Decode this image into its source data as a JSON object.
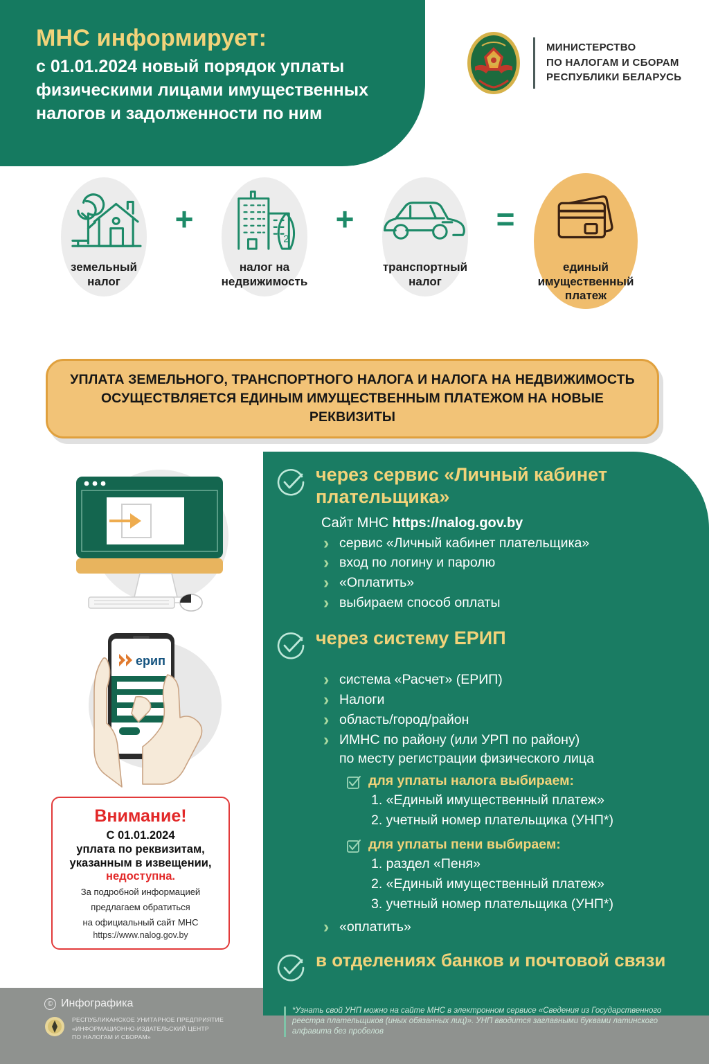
{
  "header": {
    "title": "МНС информирует:",
    "subtitle": "с 01.01.2024 новый порядок уплаты физическими лицами имущественных налогов и задолженности по ним"
  },
  "ministry": {
    "line1": "МИНИСТЕРСТВО",
    "line2": "ПО НАЛОГАМ И СБОРАМ",
    "line3": "РЕСПУБЛИКИ БЕЛАРУСЬ"
  },
  "formula": {
    "items": [
      {
        "icon": "house-tree-icon",
        "label": "земельный\nналог"
      },
      {
        "icon": "buildings-icon",
        "label": "налог на\nнедвижимость"
      },
      {
        "icon": "car-icon",
        "label": "транспортный\nналог"
      },
      {
        "icon": "payment-cards-icon",
        "label": "единый\nимущественный\nплатеж"
      }
    ],
    "op_plus_1": "+",
    "op_plus_2": "+",
    "op_equals": "="
  },
  "banner": {
    "line1": "УПЛАТА ЗЕМЕЛЬНОГО, ТРАНСПОРТНОГО НАЛОГА И НАЛОГА НА НЕДВИЖИМОСТЬ",
    "line2": "ОСУЩЕСТВЛЯЕТСЯ ЕДИНЫМ ИМУЩЕСТВЕННЫМ ПЛАТЕЖОМ НА НОВЫЕ РЕКВИЗИТЫ"
  },
  "methods": {
    "lk": {
      "heading": "через сервис «Личный кабинет плательщика»",
      "site_prefix": "Сайт МНС ",
      "site_url": "https://nalog.gov.by",
      "steps": [
        "сервис «Личный кабинет плательщика»",
        "вход по логину и паролю",
        "«Оплатить»",
        "выбираем способ оплаты"
      ]
    },
    "erip": {
      "heading": "через систему ЕРИП",
      "steps": [
        "система «Расчет» (ЕРИП)",
        "Налоги",
        "область/город/район"
      ],
      "step_imns_line1": "ИМНС по району (или УРП по району)",
      "step_imns_line2": "по месту регистрации физического лица",
      "tax_group_head": "для уплаты налога выбираем:",
      "tax_group_items": [
        "1. «Единый имущественный платеж»",
        "2. учетный номер плательщика (УНП*)"
      ],
      "peni_group_head": "для уплаты пени выбираем:",
      "peni_group_items": [
        "1. раздел «Пеня»",
        "2.  «Единый имущественный платеж»",
        "3. учетный номер плательщика (УНП*)"
      ],
      "final_step": "«оплатить»"
    },
    "banks": {
      "heading": "в отделениях банков и почтовой связи"
    }
  },
  "attention": {
    "title": "Внимание!",
    "date": "С 01.01.2024",
    "line1": "уплата по реквизитам,",
    "line2": "указанным в извещении,",
    "unavailable": "недоступна.",
    "info1": "За подробной информацией",
    "info2": "предлагаем обратиться",
    "info3": "на официальный сайт МНС",
    "url": "https://www.nalog.gov.by"
  },
  "footnote": {
    "text": "*Узнать свой УНП можно на сайте МНС в электронном сервисе «Сведения из Государственного реестра плательщиков (иных обязанных лиц)». УНП вводится заглавными буквами латинского алфавита без пробелов"
  },
  "footer": {
    "copyright": "Инфографика",
    "copyright_symbol": "©",
    "org_line1": "РЕСПУБЛИКАНСКОЕ УНИТАРНОЕ ПРЕДПРИЯТИЕ",
    "org_line2": "«ИНФОРМАЦИОННО-ИЗДАТЕЛЬСКИЙ ЦЕНТР",
    "org_line3": "ПО НАЛОГАМ И СБОРАМ»"
  },
  "illustrations": {
    "monitor": "desktop-monitor-icon",
    "phone": "hand-phone-erip-icon",
    "phone_brand": "ерип"
  },
  "colors": {
    "green": "#1a7c63",
    "header_green": "#157a60",
    "gold": "#f2d37a",
    "orange": "#f2c377",
    "orange_circle": "#f0bd6d",
    "red": "#e22828",
    "gray_band": "#8f928f",
    "icon_green": "#1d8a68"
  }
}
